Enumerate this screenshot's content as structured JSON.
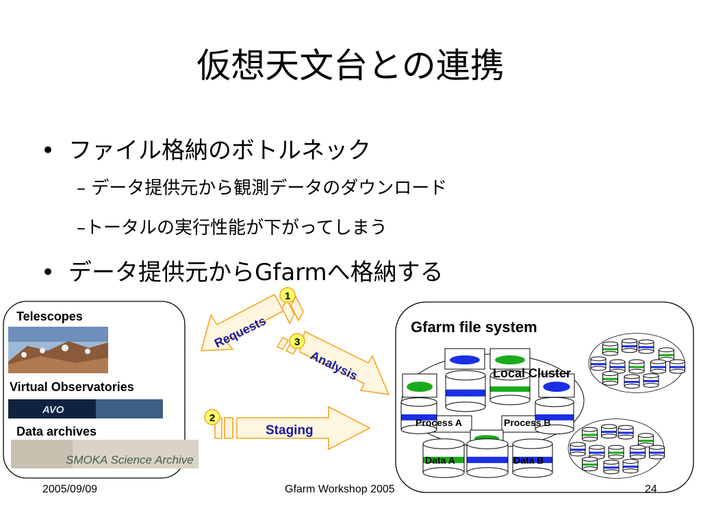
{
  "slide": {
    "title": "仮想天文台との連携",
    "bullets": [
      {
        "text": "ファイル格納のボトルネック",
        "subs": [
          "データ提供元から観測データのダウンロード",
          "トータルの実行性能が下がってしまう"
        ]
      },
      {
        "text": "データ提供元からGfarmへ格納する"
      }
    ]
  },
  "left_panel": {
    "telescopes": "Telescopes",
    "virtual_observatories": "Virtual Observatories",
    "avo_logo": "AVO",
    "data_archives": "Data archives",
    "smoka": "SMOKA Science Archive"
  },
  "arrows": {
    "requests": "Requests",
    "analysis": "Analysis",
    "staging": "Staging",
    "step1": "1",
    "step2": "2",
    "step3": "3"
  },
  "right_panel": {
    "title": "Gfarm file system",
    "local_cluster": "Local Cluster",
    "process_a": "Process A",
    "process_b": "Process B",
    "data_a": "Data A",
    "data_b": "Data B"
  },
  "footer": {
    "date": "2005/09/09",
    "event": "Gfarm Workshop 2005",
    "page": "24"
  },
  "colors": {
    "arrow_fill": "#fff6e0",
    "arrow_stroke": "#f5a623",
    "badge": "#ffff66",
    "arrow_text": "#1a1a9c",
    "disk_blue": "#1a2fe6",
    "disk_green": "#1aaa1a"
  }
}
